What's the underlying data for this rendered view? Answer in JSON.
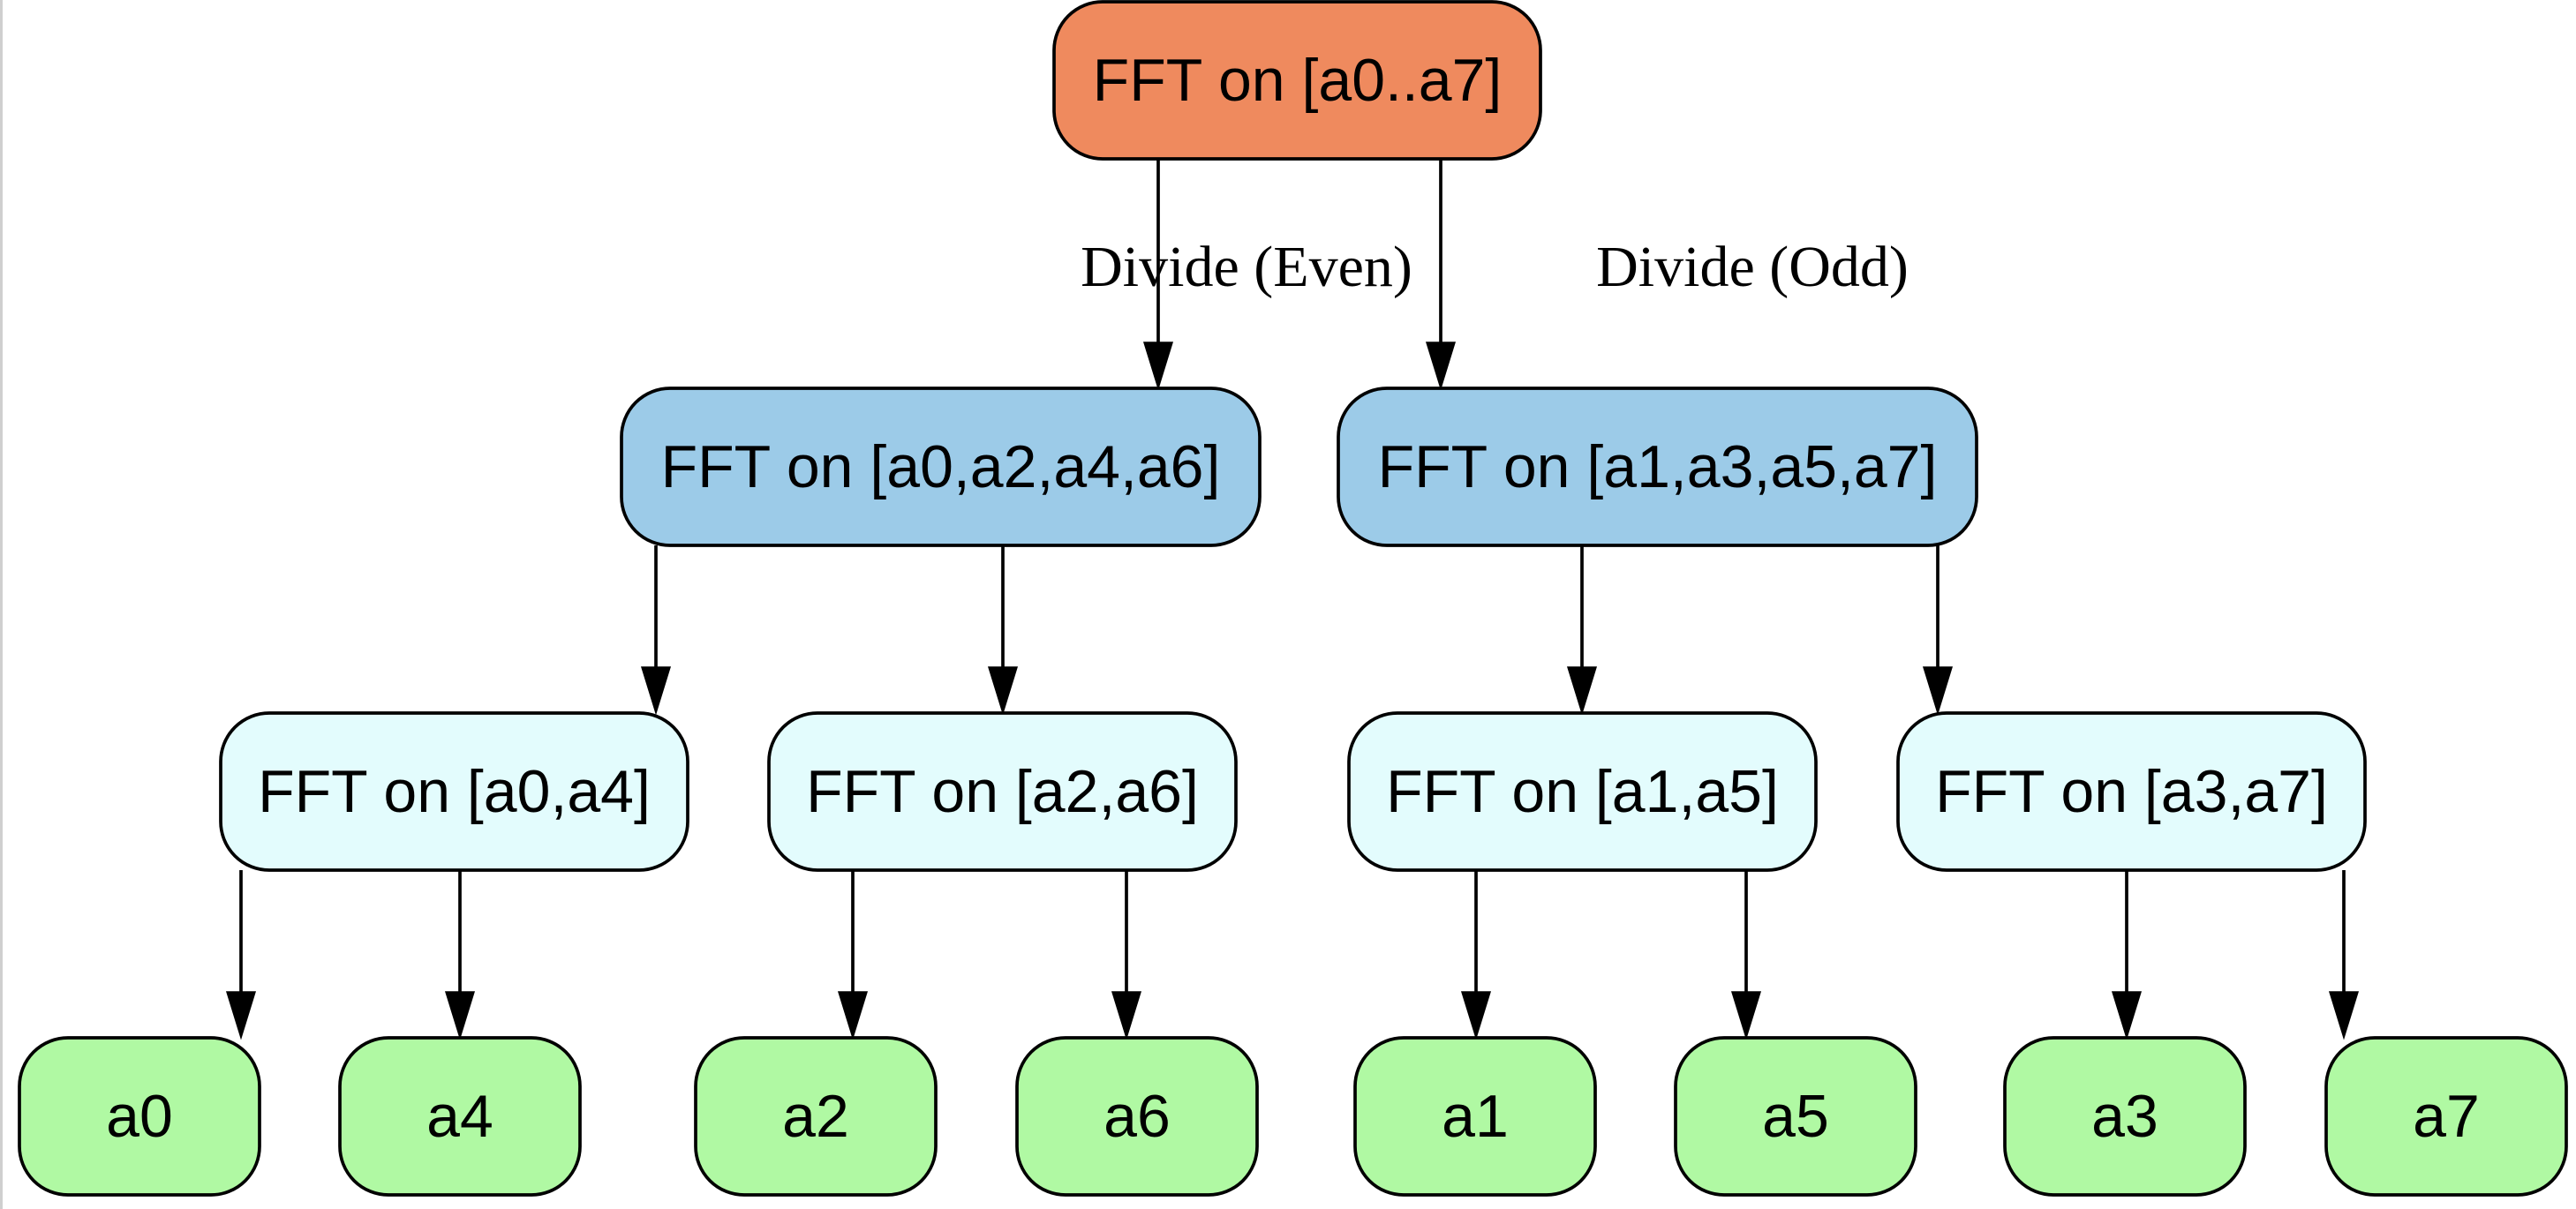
{
  "colors": {
    "root": "#ef8a5e",
    "level1": "#9ccbe8",
    "level2": "#e3fcfd",
    "leaf": "#b0f9a3"
  },
  "nodes": {
    "root": {
      "label": "FFT on [a0..a7]"
    },
    "even4": {
      "label": "FFT on [a0,a2,a4,a6]"
    },
    "odd4": {
      "label": "FFT on [a1,a3,a5,a7]"
    },
    "a0a4": {
      "label": "FFT on [a0,a4]"
    },
    "a2a6": {
      "label": "FFT on [a2,a6]"
    },
    "a1a5": {
      "label": "FFT on [a1,a5]"
    },
    "a3a7": {
      "label": "FFT on [a3,a7]"
    },
    "a0": {
      "label": "a0"
    },
    "a4": {
      "label": "a4"
    },
    "a2": {
      "label": "a2"
    },
    "a6": {
      "label": "a6"
    },
    "a1": {
      "label": "a1"
    },
    "a5": {
      "label": "a5"
    },
    "a3": {
      "label": "a3"
    },
    "a7": {
      "label": "a7"
    }
  },
  "edges": {
    "root_even4": {
      "from": "root",
      "to": "even4",
      "label": "Divide (Even)"
    },
    "root_odd4": {
      "from": "root",
      "to": "odd4",
      "label": "Divide (Odd)"
    },
    "even4_a0a4": {
      "from": "even4",
      "to": "a0a4"
    },
    "even4_a2a6": {
      "from": "even4",
      "to": "a2a6"
    },
    "odd4_a1a5": {
      "from": "odd4",
      "to": "a1a5"
    },
    "odd4_a3a7": {
      "from": "odd4",
      "to": "a3a7"
    },
    "a0a4_a0": {
      "from": "a0a4",
      "to": "a0"
    },
    "a0a4_a4": {
      "from": "a0a4",
      "to": "a4"
    },
    "a2a6_a2": {
      "from": "a2a6",
      "to": "a2"
    },
    "a2a6_a6": {
      "from": "a2a6",
      "to": "a6"
    },
    "a1a5_a1": {
      "from": "a1a5",
      "to": "a1"
    },
    "a1a5_a5": {
      "from": "a1a5",
      "to": "a5"
    },
    "a3a7_a3": {
      "from": "a3a7",
      "to": "a3"
    },
    "a3a7_a7": {
      "from": "a3a7",
      "to": "a7"
    }
  }
}
